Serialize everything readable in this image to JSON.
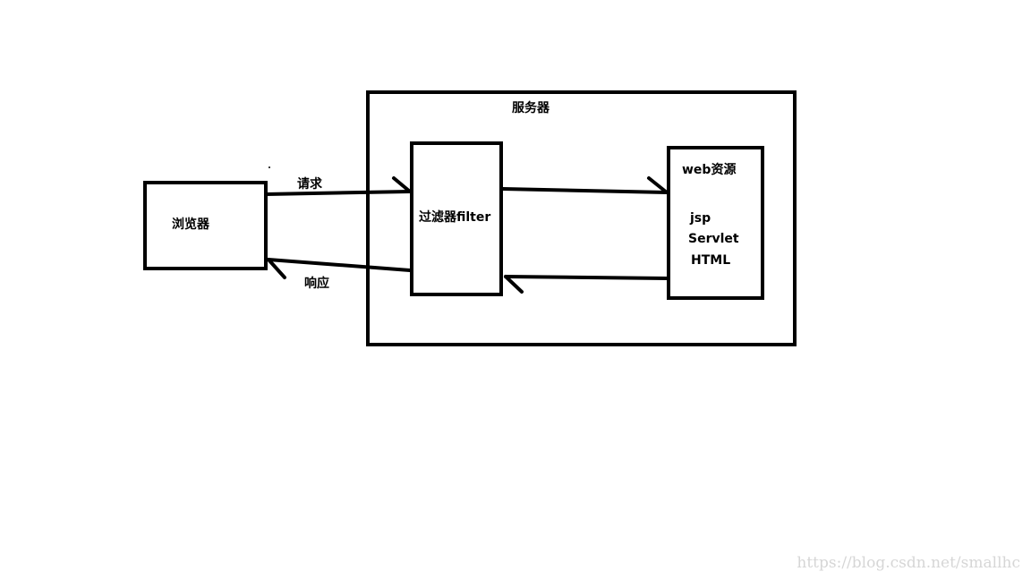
{
  "server": {
    "label": "服务器"
  },
  "browser": {
    "label": "浏览器"
  },
  "filter": {
    "label": "过滤器filter"
  },
  "web_resource": {
    "title": "web资源",
    "items": [
      "jsp",
      "Servlet",
      "HTML"
    ]
  },
  "arrows": {
    "request": "请求",
    "response": "响应"
  },
  "watermark": "https://blog.csdn.net/smallhc"
}
